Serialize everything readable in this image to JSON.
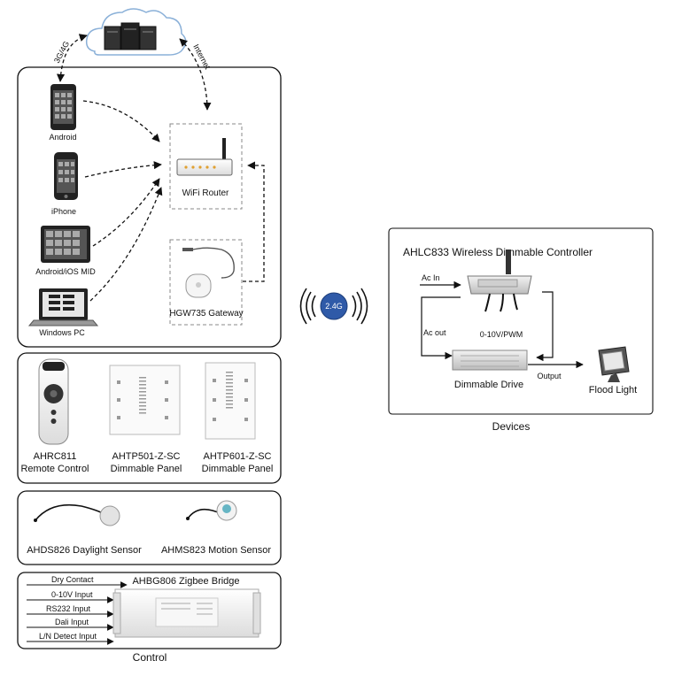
{
  "cloud": {
    "link_left": "3G/4G",
    "link_right": "Internet"
  },
  "remote_access": {
    "devices": [
      {
        "label": "Android"
      },
      {
        "label": "iPhone"
      },
      {
        "label": "Android/iOS MID"
      },
      {
        "label": "Windows PC"
      }
    ],
    "router_label": "WiFi Router",
    "gateway_label": "HGW735 Gateway"
  },
  "wireless": {
    "badge": "2.4G"
  },
  "controllers": [
    {
      "model": "AHRC811",
      "type": "Remote Control"
    },
    {
      "model": "AHTP501-Z-SC",
      "type": "Dimmable Panel"
    },
    {
      "model": "AHTP601-Z-SC",
      "type": "Dimmable Panel"
    }
  ],
  "sensors": [
    {
      "label": "AHDS826 Daylight Sensor"
    },
    {
      "label": "AHMS823 Motion Sensor"
    }
  ],
  "bridge": {
    "title": "AHBG806 Zigbee Bridge",
    "inputs": [
      "Dry Contact",
      "0-10V Input",
      "RS232 Input",
      "Dali Input",
      "L/N Detect Input"
    ]
  },
  "control_caption": "Control",
  "devices_panel": {
    "title": "AHLC833 Wireless Dimmable Controller",
    "ac_in": "Ac In",
    "ac_out": "Ac out",
    "signal": "0-10V/PWM",
    "drive": "Dimmable Drive",
    "output": "Output",
    "light": "Flood Light"
  },
  "devices_caption": "Devices",
  "colors": {
    "line": "#111111",
    "dash_box": "#888888",
    "badge": "#2f5aa8"
  }
}
